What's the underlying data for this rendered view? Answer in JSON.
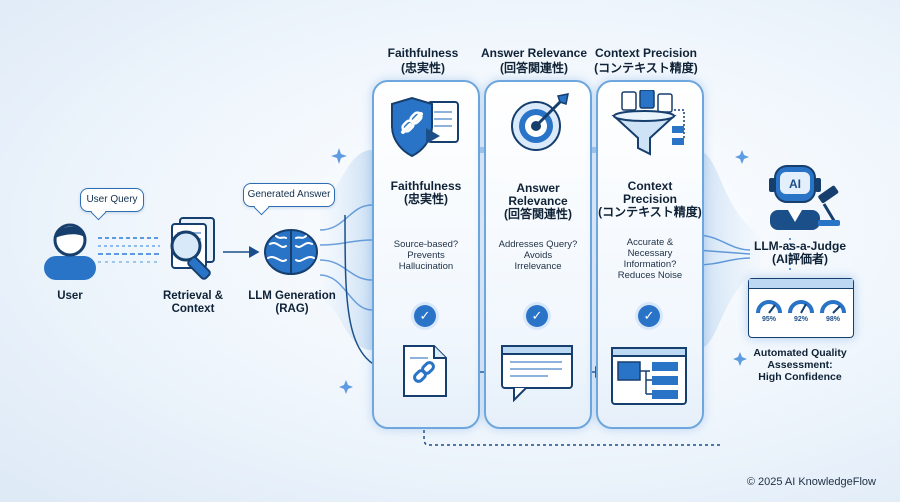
{
  "diagram": {
    "pipeline": {
      "user": "User",
      "user_query": "User Query",
      "retrieval": "Retrieval &\nContext",
      "generated_answer": "Generated Answer",
      "llm_generation": "LLM Generation\n(RAG)"
    },
    "metrics": [
      {
        "header": "Faithfulness\n(忠実性)",
        "title": "Faithfulness\n(忠実性)",
        "description": "Source-based?\nPrevents\nHallucination"
      },
      {
        "header": "Answer Relevance\n(回答関連性)",
        "title": "Answer\nRelevance\n(回答関連性)",
        "description": "Addresses Query?\nAvoids\nIrrelevance"
      },
      {
        "header": "Context Precision\n(コンテキスト精度)",
        "title": "Context\nPrecision\n(コンテキスト精度)",
        "description": "Accurate &\nNecessary\nInformation? \nReduces Noise"
      }
    ],
    "judge": {
      "icon_text": "AI",
      "label": "LLM-as-a-Judge\n(AI評価者)",
      "gauges": [
        "95%",
        "92%",
        "98%"
      ],
      "assessment": "Automated Quality\nAssessment:\nHigh Confidence"
    },
    "copyright": "© 2025 AI KnowledgeFlow"
  },
  "colors": {
    "primary": "#2a74c7",
    "dark": "#1b4f8a",
    "light": "#bcd8f3",
    "glow": "#6ea6dd"
  }
}
